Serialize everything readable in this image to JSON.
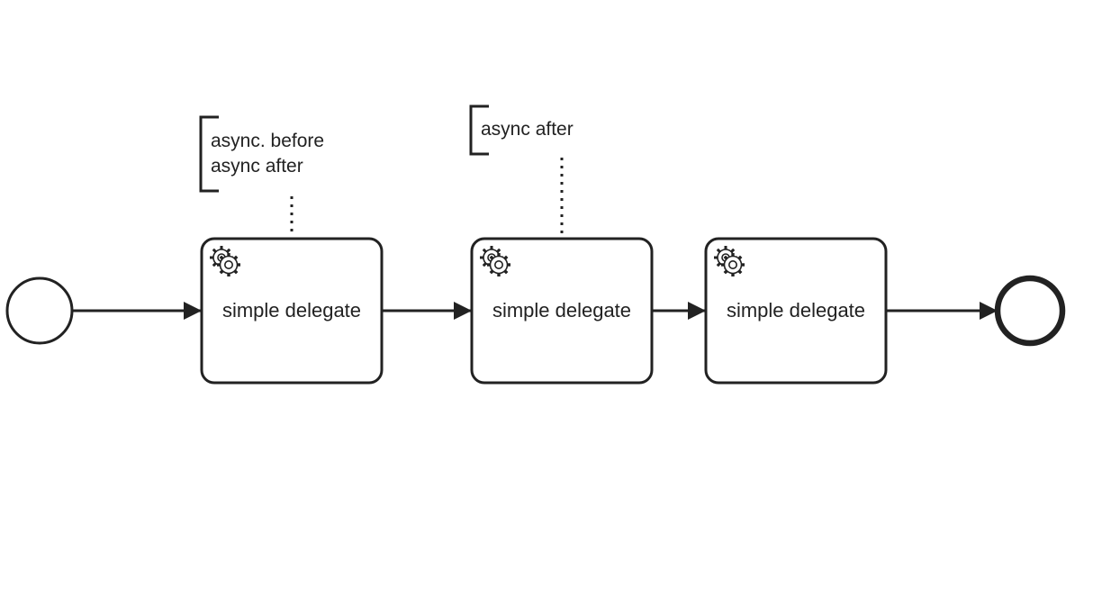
{
  "diagram": {
    "type": "bpmn-process",
    "colors": {
      "stroke": "#222222",
      "fill": "#ffffff"
    },
    "start_event": {
      "label": ""
    },
    "end_event": {
      "label": ""
    },
    "tasks": [
      {
        "label": "simple delegate",
        "icon": "gear-icon",
        "task_type": "service-task"
      },
      {
        "label": "simple delegate",
        "icon": "gear-icon",
        "task_type": "service-task"
      },
      {
        "label": "simple delegate",
        "icon": "gear-icon",
        "task_type": "service-task"
      }
    ],
    "annotations": [
      {
        "attached_to": "task-1",
        "lines": [
          "async. before",
          "async after"
        ]
      },
      {
        "attached_to": "task-2",
        "lines": [
          "async after"
        ]
      }
    ],
    "sequence_flows": [
      {
        "from": "start-event",
        "to": "task-1"
      },
      {
        "from": "task-1",
        "to": "task-2"
      },
      {
        "from": "task-2",
        "to": "task-3"
      },
      {
        "from": "task-3",
        "to": "end-event"
      }
    ]
  }
}
